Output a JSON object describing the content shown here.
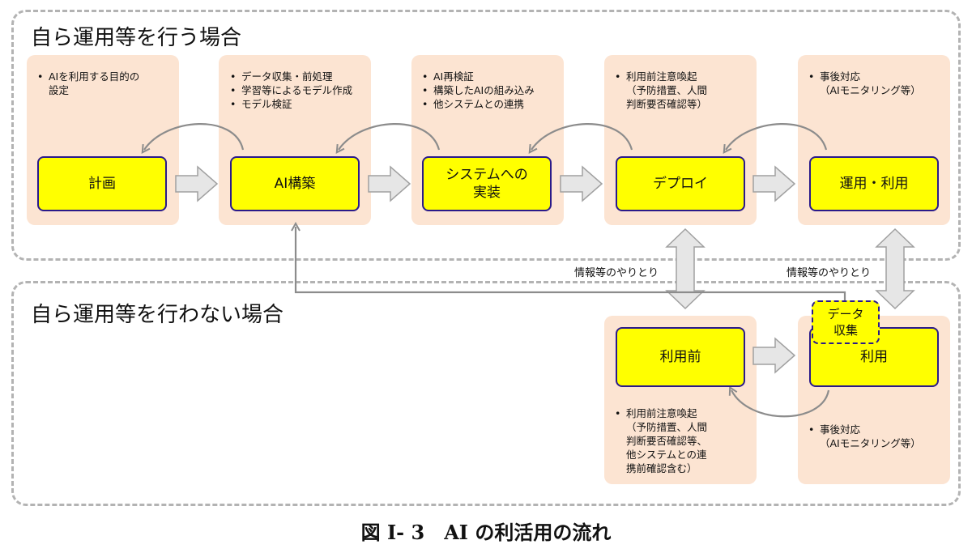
{
  "regions": {
    "self": {
      "title": "自ら運用等を行う場合"
    },
    "nonself": {
      "title": "自ら運用等を行わない場合"
    }
  },
  "stages": [
    {
      "id": "plan",
      "label": "計画",
      "notes": [
        "AIを利用する目的の",
        "設定"
      ]
    },
    {
      "id": "build",
      "label": "AI構築",
      "notes": [
        "データ収集・前処理",
        "学習等によるモデル作成",
        "モデル検証"
      ]
    },
    {
      "id": "impl",
      "label": "システムへの\n実装",
      "notes": [
        "AI再検証",
        "構築したAIの組み込み",
        "他システムとの連携"
      ]
    },
    {
      "id": "deploy",
      "label": "デプロイ",
      "notes": [
        "利用前注意喚起",
        "（予防措置、人間",
        "判断要否確認等）"
      ]
    },
    {
      "id": "operate",
      "label": "運用・利用",
      "notes": [
        "事後対応",
        "（AIモニタリング等）"
      ]
    }
  ],
  "nonself_stages": [
    {
      "id": "pre-use",
      "label": "利用前",
      "notes": [
        "利用前注意喚起",
        "（予防措置、人間",
        "判断要否確認等、",
        "他システムとの連",
        "携前確認含む）"
      ]
    },
    {
      "id": "use",
      "label": "利用",
      "notes": [
        "事後対応",
        "（AIモニタリング等）"
      ]
    }
  ],
  "data_collection": {
    "label": "データ\n収集"
  },
  "exchanges": [
    "情報等のやりとり",
    "情報等のやりとり"
  ],
  "colors": {
    "node_fill": "#ffff00",
    "node_border": "#2a1a8a",
    "panel_fill": "#fce4d2",
    "arrow_fill": "#e6e6e6",
    "arrow_stroke": "#a0a0a0",
    "line": "#8c8c8c"
  },
  "caption": "図 I- 3　AI の利活用の流れ"
}
